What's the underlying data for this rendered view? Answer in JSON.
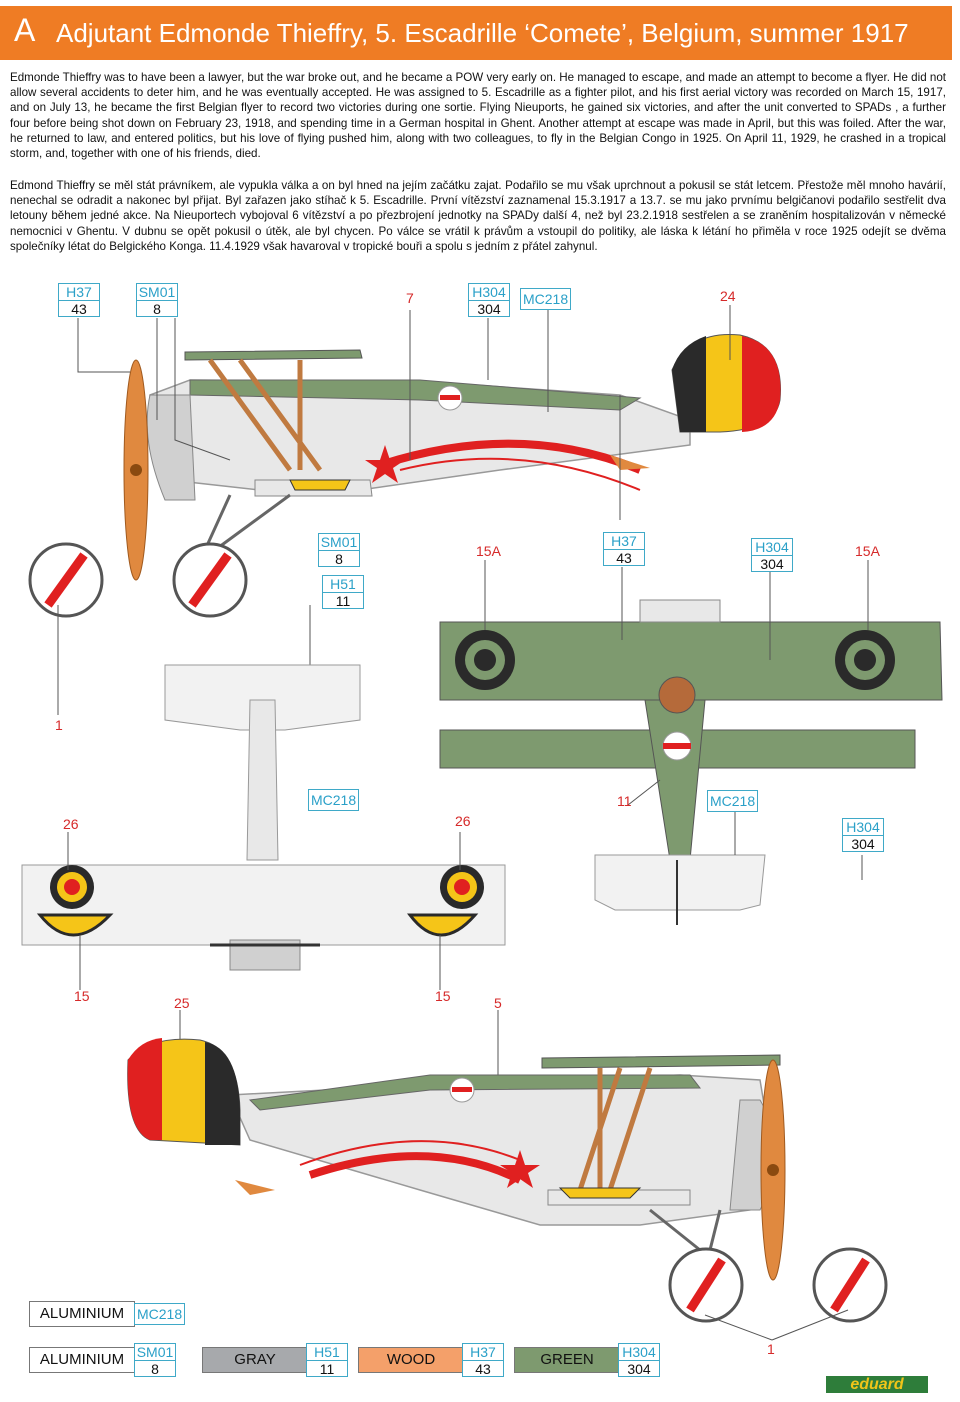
{
  "header": {
    "profile_letter": "A",
    "title": "Adjutant Edmonde Thieffry, 5. Escadrille ‘Comete’, Belgium, summer 1917"
  },
  "text": {
    "english": "Edmonde Thieffry was to have been a lawyer, but the war broke out, and he became a POW very early on. He managed to escape, and made an attempt to become a flyer. He did not allow several accidents to deter him, and he was eventually accepted. He was assigned to 5. Escadrille as a fighter pilot, and his first aerial victory was recorded on March 15, 1917, and on July 13, he became the first Belgian flyer to record two victories during one sortie. Flying Nieuports, he gained six victories, and after the unit converted to SPADs , a further four before being shot down on February 23, 1918, and spending time in a German hospital in Ghent. Another attempt at escape was made in April, but this was foiled. After the war, he returned to law, and entered politics, but his love of flying pushed him, along with two colleagues, to fly in the Belgian Congo in 1925. On April 11, 1929, he crashed in a tropical storm, and, together with one of his friends, died.",
    "czech": "Edmond Thieffry se měl stát právníkem, ale vypukla válka a on byl hned na jejím začátku zajat. Podařilo se mu však uprchnout a pokusil se stát letcem. Přestože měl mnoho havárií, nenechal se odradit a nakonec byl přijat. Byl zařazen jako stíhač k 5. Escadrille. První vítězství zaznamenal 15.3.1917 a 13.7. se mu jako prvnímu belgičanovi podařilo sestřelit dva letouny během jedné akce. Na Nieuportech vybojoval 6 vítězství a po přezbrojení jednotky na SPADy další 4, než byl 23.2.1918 sestřelen a se zraněním hospitalizován v německé nemocnici v Ghentu. V dubnu se opět pokusil o útěk, ale byl chycen. Po válce se vrátil k právům a vstoupil do politiky, ale láska k létání ho přiměla v roce 1925 odejít se dvěma společníky létat do Belgického Konga. 11.4.1929 však havaroval v tropické bouři a spolu s jedním z přátel zahynul."
  },
  "callouts": {
    "left_profile": {
      "h37": {
        "code": "H37",
        "num": "43"
      },
      "sm01": {
        "code": "SM01",
        "num": "8"
      },
      "label_7": "7",
      "h304": {
        "code": "H304",
        "num": "304"
      },
      "mc218": "MC218",
      "label_24": "24",
      "label_1": "1"
    },
    "upper_view": {
      "sm01": {
        "code": "SM01",
        "num": "8"
      },
      "h51": {
        "code": "H51",
        "num": "11"
      },
      "label_15a_left": "15A",
      "h37": {
        "code": "H37",
        "num": "43"
      },
      "h304": {
        "code": "H304",
        "num": "304"
      },
      "label_15a_right": "15A",
      "label_11": "11",
      "mc218": "MC218",
      "h304b": {
        "code": "H304",
        "num": "304"
      }
    },
    "lower_view": {
      "mc218": "MC218",
      "label_26_left": "26",
      "label_26_right": "26",
      "label_15_left": "15",
      "label_25": "25",
      "label_15_right": "15",
      "label_5": "5"
    },
    "right_profile": {
      "label_1": "1"
    }
  },
  "legend": {
    "row1": {
      "name": "ALUMINIUM",
      "code": "MC218"
    },
    "row2": [
      {
        "name": "ALUMINIUM",
        "code": "SM01",
        "num": "8",
        "color": "#ffffff"
      },
      {
        "name": "GRAY",
        "code": "H51",
        "num": "11",
        "color": "#a7a9ac"
      },
      {
        "name": "WOOD",
        "code": "H37",
        "num": "43",
        "color": "#f4a06a"
      },
      {
        "name": "GREEN",
        "code": "H304",
        "num": "304",
        "color": "#7e9a6f"
      }
    ]
  },
  "brand": "eduard",
  "colors": {
    "accent": "#ef7c24",
    "callout_blue": "#2aa0c8",
    "callout_red": "#d62a2a",
    "green_camo": "#7e9a6f",
    "wood": "#e0893f",
    "belgian_black": "#2a2a2a",
    "belgian_yellow": "#f5c518",
    "belgian_red": "#e02020"
  }
}
